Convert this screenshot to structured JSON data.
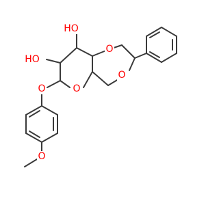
{
  "molecule": {
    "bond_color": "#3a3a3a",
    "heteroatom_color": "#ff0000",
    "labels": {
      "oh_top": "HO",
      "oh_left": "HO",
      "o_dioxane_upper": "O",
      "o_dioxane_lower": "O",
      "o_pyran": "O",
      "o_glycosidic": "O",
      "o_methoxy": "O"
    }
  }
}
